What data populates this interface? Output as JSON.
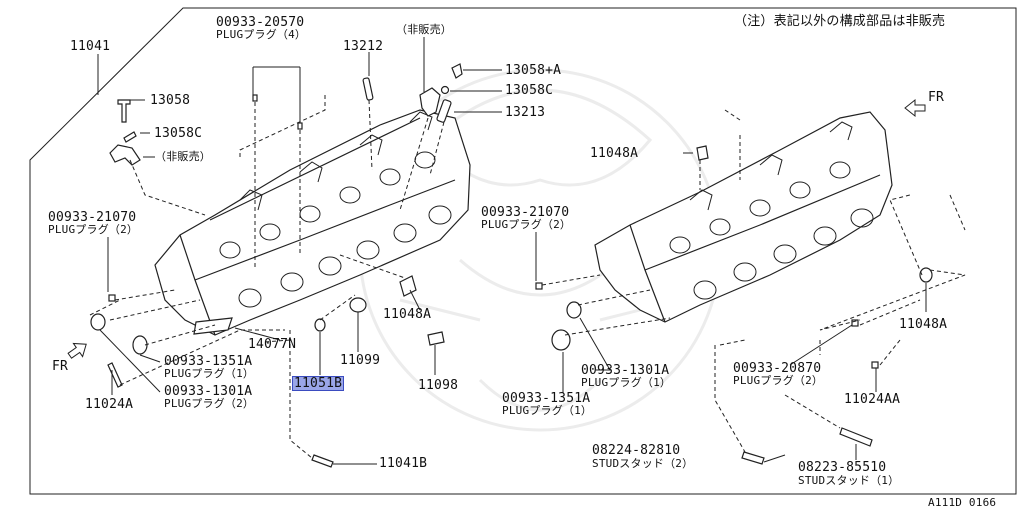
{
  "note": "（注）表記以外の構成部品は非販売",
  "code": "A111D 0166",
  "labels": {
    "p11041": "11041",
    "p00933_20570": "00933-20570",
    "p00933_20570_sub": "PLUGプラグ（4）",
    "p13212": "13212",
    "hihanbai1": "（非販売）",
    "p13058A": "13058+A",
    "p13058C_right": "13058C",
    "p13213": "13213",
    "p13058": "13058",
    "p13058C_left": "13058C",
    "hihanbai2": "（非販売）",
    "fr_right": "FR",
    "p11048A_top": "11048A",
    "p00933_21070_left": "00933-21070",
    "p00933_21070_left_sub": "PLUGプラグ（2）",
    "p00933_21070_mid": "00933-21070",
    "p00933_21070_mid_sub": "PLUGプラグ（2）",
    "p11048A_mid": "11048A",
    "p11048A_right": "11048A",
    "p14077N": "14077N",
    "p11099": "11099",
    "fr_left": "FR",
    "p00933_1351A_left": "00933-1351A",
    "p00933_1351A_left_sub": "PLUGプラグ（1）",
    "p11051B": "11051B",
    "p11098": "11098",
    "p00933_1301A_mid": "00933-1301A",
    "p00933_1301A_mid_sub": "PLUGプラグ（1）",
    "p00933_20870": "00933-20870",
    "p00933_20870_sub": "PLUGプラグ（2）",
    "p11024A": "11024A",
    "p00933_1301A_left": "00933-1301A",
    "p00933_1301A_left_sub": "PLUGプラグ（2）",
    "p00933_1351A_mid": "00933-1351A",
    "p00933_1351A_mid_sub": "PLUGプラグ（1）",
    "p11024AA": "11024AA",
    "p08224": "08224-82810",
    "p08224_sub": "STUDスタッド（2）",
    "p11041B": "11041B",
    "p08223": "08223-85510",
    "p08223_sub": "STUDスタッド（1）"
  },
  "highlight_color": "#9aa6e8"
}
